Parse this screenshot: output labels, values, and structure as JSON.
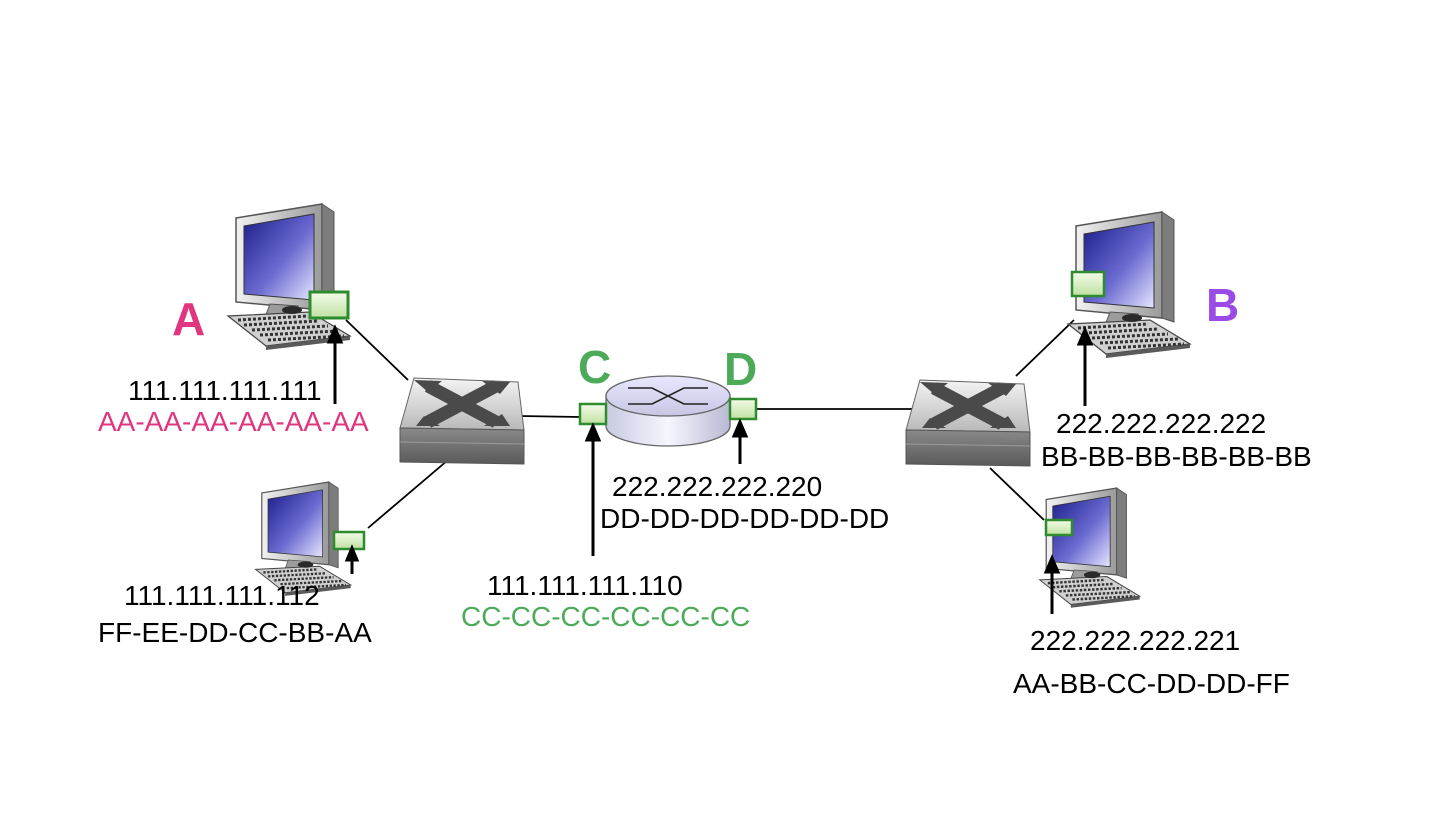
{
  "colors": {
    "host_a": "#e2357f",
    "host_b": "#9b4ae6",
    "router": "#4caa58",
    "link": "#000000",
    "nic_fill": "#d9ecc4",
    "nic_border": "#2e8b2e"
  },
  "icons": {
    "host": "desktop-computer-icon",
    "switch": "ethernet-switch-icon",
    "router": "router-icon",
    "interface": "network-interface-card-icon"
  },
  "host_a": {
    "name": "A",
    "ip": "111.111.111.111",
    "mac": "AA-AA-AA-AA-AA-AA"
  },
  "host_left_lower": {
    "ip": "111.111.111.112",
    "mac": "FF-EE-DD-CC-BB-AA"
  },
  "router": {
    "left_interface": {
      "name": "C",
      "ip": "111.111.111.110",
      "mac": "CC-CC-CC-CC-CC-CC"
    },
    "right_interface": {
      "name": "D",
      "ip": "222.222.222.220",
      "mac": "DD-DD-DD-DD-DD-DD"
    }
  },
  "host_b": {
    "name": "B",
    "ip": "222.222.222.222",
    "mac": "BB-BB-BB-BB-BB-BB"
  },
  "host_right_lower": {
    "ip": "222.222.222.221",
    "mac": "AA-BB-CC-DD-DD-FF"
  }
}
